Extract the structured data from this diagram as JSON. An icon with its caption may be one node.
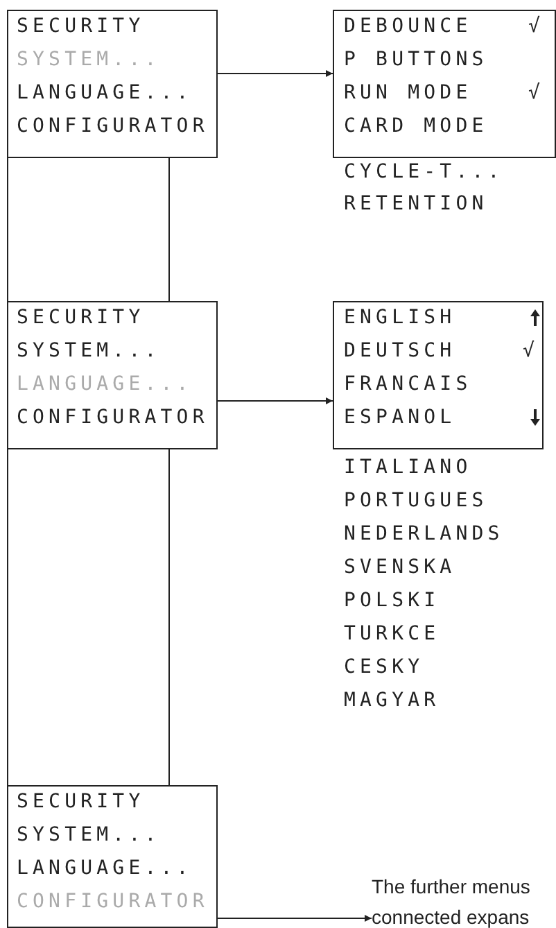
{
  "diagram": {
    "nodes": [
      {
        "text": [
          "SECURITY",
          "SYSTEM...",
          "LANGUAGE...",
          "CONFIGURATOR"
        ]
      },
      {
        "text": [
          "SECURITY",
          "SYSTEM...",
          "LANGUAGE...",
          "CONFIGURATOR"
        ]
      },
      {
        "text": [
          "SECURITY",
          "SYSTEM...",
          "LANGUAGE...",
          "CONFIGURATOR"
        ]
      },
      {
        "text": [
          "DEBOUNCE",
          "√",
          "P BUTTONS",
          "RUN MODE",
          "√",
          "CARD MODE"
        ]
      },
      {
        "text": [
          "ENGLISH",
          "DEUTSCH",
          "√",
          "FRANCAIS",
          "ESPANOL"
        ]
      },
      {
        "text": [
          "The further menus connected expans"
        ]
      }
    ],
    "edges": [
      {
        "from": 0,
        "to": 1,
        "arrow": "none"
      },
      {
        "from": 1,
        "to": 2,
        "arrow": "none"
      },
      {
        "from": 0,
        "to": 1,
        "arrow": "none"
      },
      {
        "from": 1,
        "to": 2,
        "arrow": "none"
      },
      {
        "from": 0,
        "to": 3,
        "arrow": "to"
      },
      {
        "from": 1,
        "to": 4,
        "arrow": "to"
      },
      {
        "from": 2,
        "to": 5,
        "arrow": "to"
      }
    ],
    "labels": [
      "CYCLE-T...",
      "RETENTION",
      "ITALIANO",
      "PORTUGUES",
      "NEDERLANDS",
      "SVENSKA",
      "POLSKI",
      "TURKCE",
      "CESKY",
      "MAGYAR"
    ]
  }
}
